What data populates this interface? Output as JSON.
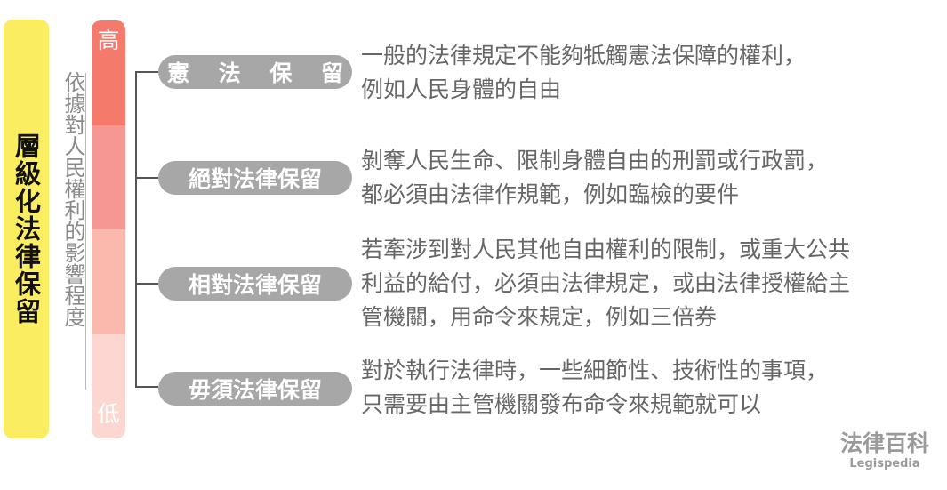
{
  "title": "層級化法律保留",
  "basis": "依據對人民權利的影響程度",
  "scale": {
    "high": "高",
    "low": "低",
    "colors": [
      "#f47b6c",
      "#f79793",
      "#fbb8ad",
      "#fcd6d0"
    ]
  },
  "levels": [
    {
      "label": "憲 法 保 留",
      "lines": [
        "一般的法律規定不能夠牴觸憲法保障的權利，",
        "例如人民身體的自由"
      ]
    },
    {
      "label": "絕對法律保留",
      "lines": [
        "剝奪人民生命、限制身體自由的刑罰或行政罰，",
        "都必須由法律作規範，例如臨檢的要件"
      ]
    },
    {
      "label": "相對法律保留",
      "lines": [
        "若牽涉到對人民其他自由權利的限制，或重大公共",
        "利益的給付，必須由法律規定，或由法律授權給主",
        "管機關，用命令來規定，例如三倍券"
      ]
    },
    {
      "label": "毋須法律保留",
      "lines": [
        "對於執行法律時，一些細節性、技術性的事項，",
        "只需要由主管機關發布命令來規範就可以"
      ]
    }
  ],
  "brand": {
    "cn": "法律百科",
    "en": "Legispedia"
  }
}
